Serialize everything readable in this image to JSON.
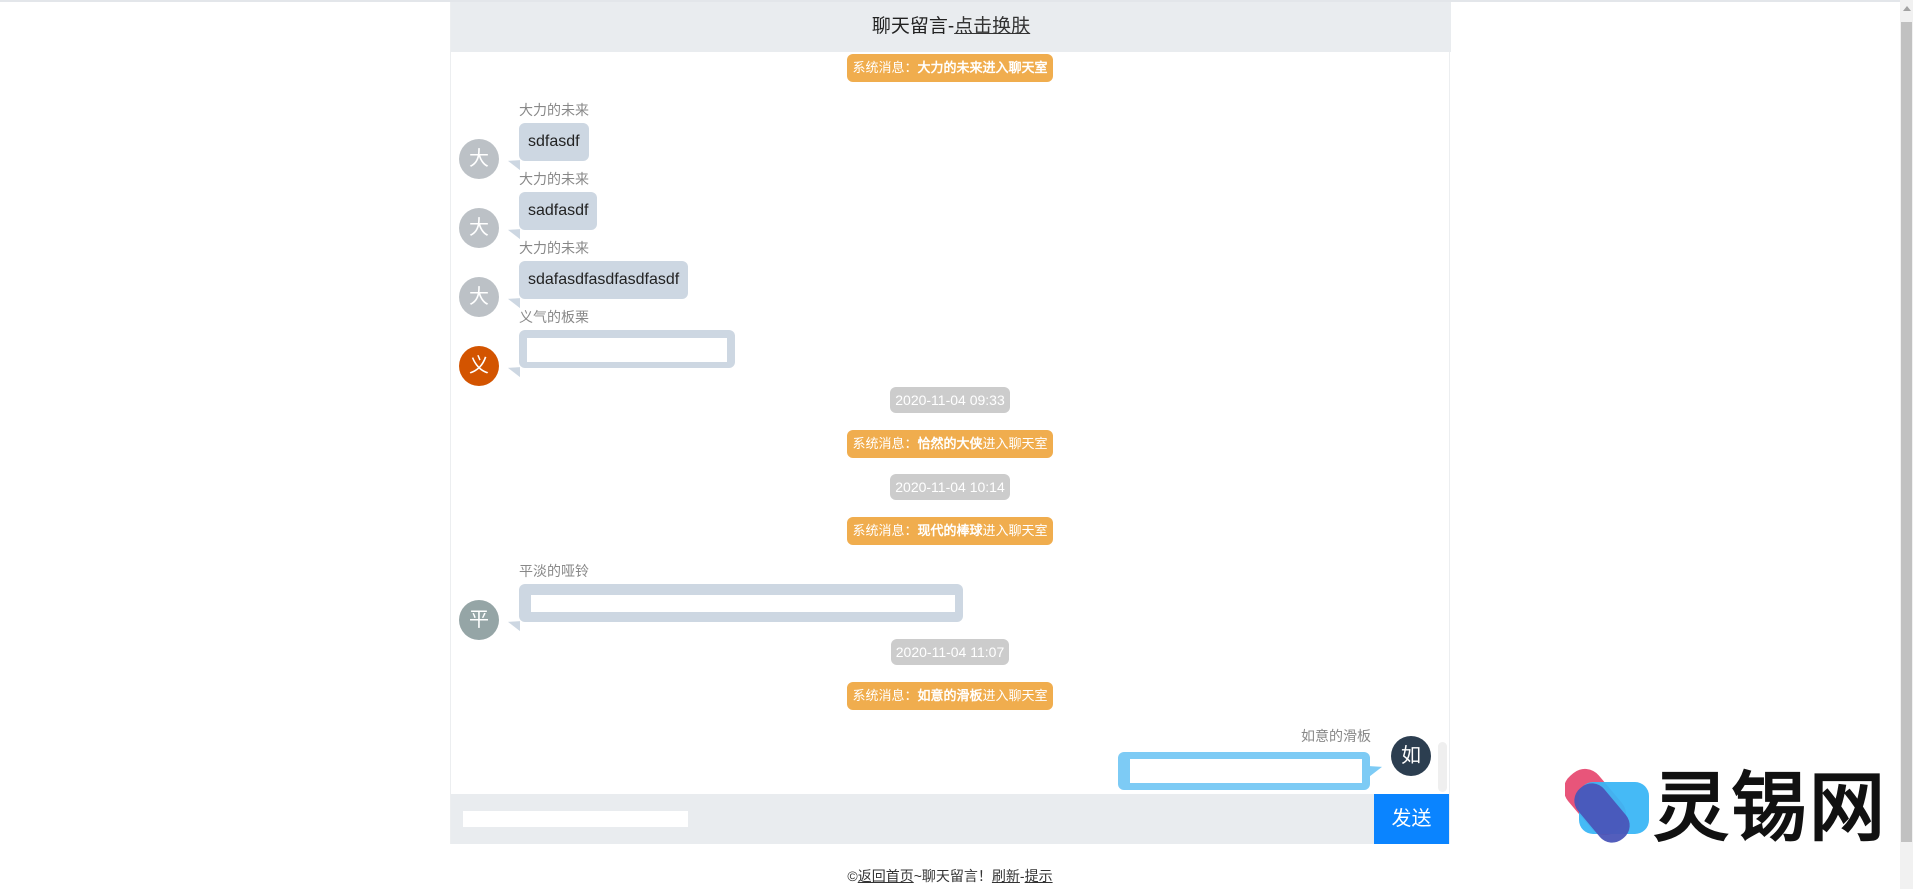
{
  "header": {
    "title": "聊天留言-",
    "skin_link": "点击换肤"
  },
  "colors": {
    "system_msg": "#f0ad4e",
    "timestamp": "#cccccc",
    "bubble_other": "#cdd7e2",
    "bubble_self": "#7dcbf5",
    "send_button": "#0a84ff",
    "header_bg": "#e9ecef"
  },
  "messages": [
    {
      "type": "system",
      "prefix": "系统消息：",
      "user": "大力的未来",
      "suffix": "进入聊天室"
    },
    {
      "type": "chat",
      "side": "left",
      "avatar": "大",
      "avatar_color": "#bcc1c6",
      "name": "大力的未来",
      "text": "sdfasdf"
    },
    {
      "type": "chat",
      "side": "left",
      "avatar": "大",
      "avatar_color": "#bcc1c6",
      "name": "大力的未来",
      "text": "sadfasdf"
    },
    {
      "type": "chat",
      "side": "left",
      "avatar": "大",
      "avatar_color": "#bcc1c6",
      "name": "大力的未来",
      "text": "sdafasdfasdfasdfasdf"
    },
    {
      "type": "chat",
      "side": "left",
      "avatar": "义",
      "avatar_color": "#d35400",
      "name": "义气的板栗",
      "text": ""
    },
    {
      "type": "time",
      "text": "2020-11-04 09:33"
    },
    {
      "type": "system",
      "prefix": "系统消息：",
      "user": "恰然的大侠",
      "suffix": "进入聊天室"
    },
    {
      "type": "time",
      "text": "2020-11-04 10:14"
    },
    {
      "type": "system",
      "prefix": "系统消息：",
      "user": "现代的棒球",
      "suffix": "进入聊天室"
    },
    {
      "type": "chat",
      "side": "left",
      "avatar": "平",
      "avatar_color": "#95a5a6",
      "name": "平淡的哑铃",
      "text": ""
    },
    {
      "type": "time",
      "text": "2020-11-04 11:07"
    },
    {
      "type": "system",
      "prefix": "系统消息：",
      "user": "如意的滑板",
      "suffix": "进入聊天室"
    },
    {
      "type": "chat",
      "side": "right",
      "avatar": "如",
      "avatar_color": "#2c3e50",
      "name": "如意的滑板",
      "text": ""
    }
  ],
  "composer": {
    "value": "",
    "send_label": "发送"
  },
  "footer": {
    "copy": "©",
    "home_link": "返回首页",
    "mid": "~聊天留言！",
    "refresh_link": "刷新",
    "sep": "-",
    "tip_link": "提示"
  },
  "watermark": {
    "text": "灵锡网"
  }
}
